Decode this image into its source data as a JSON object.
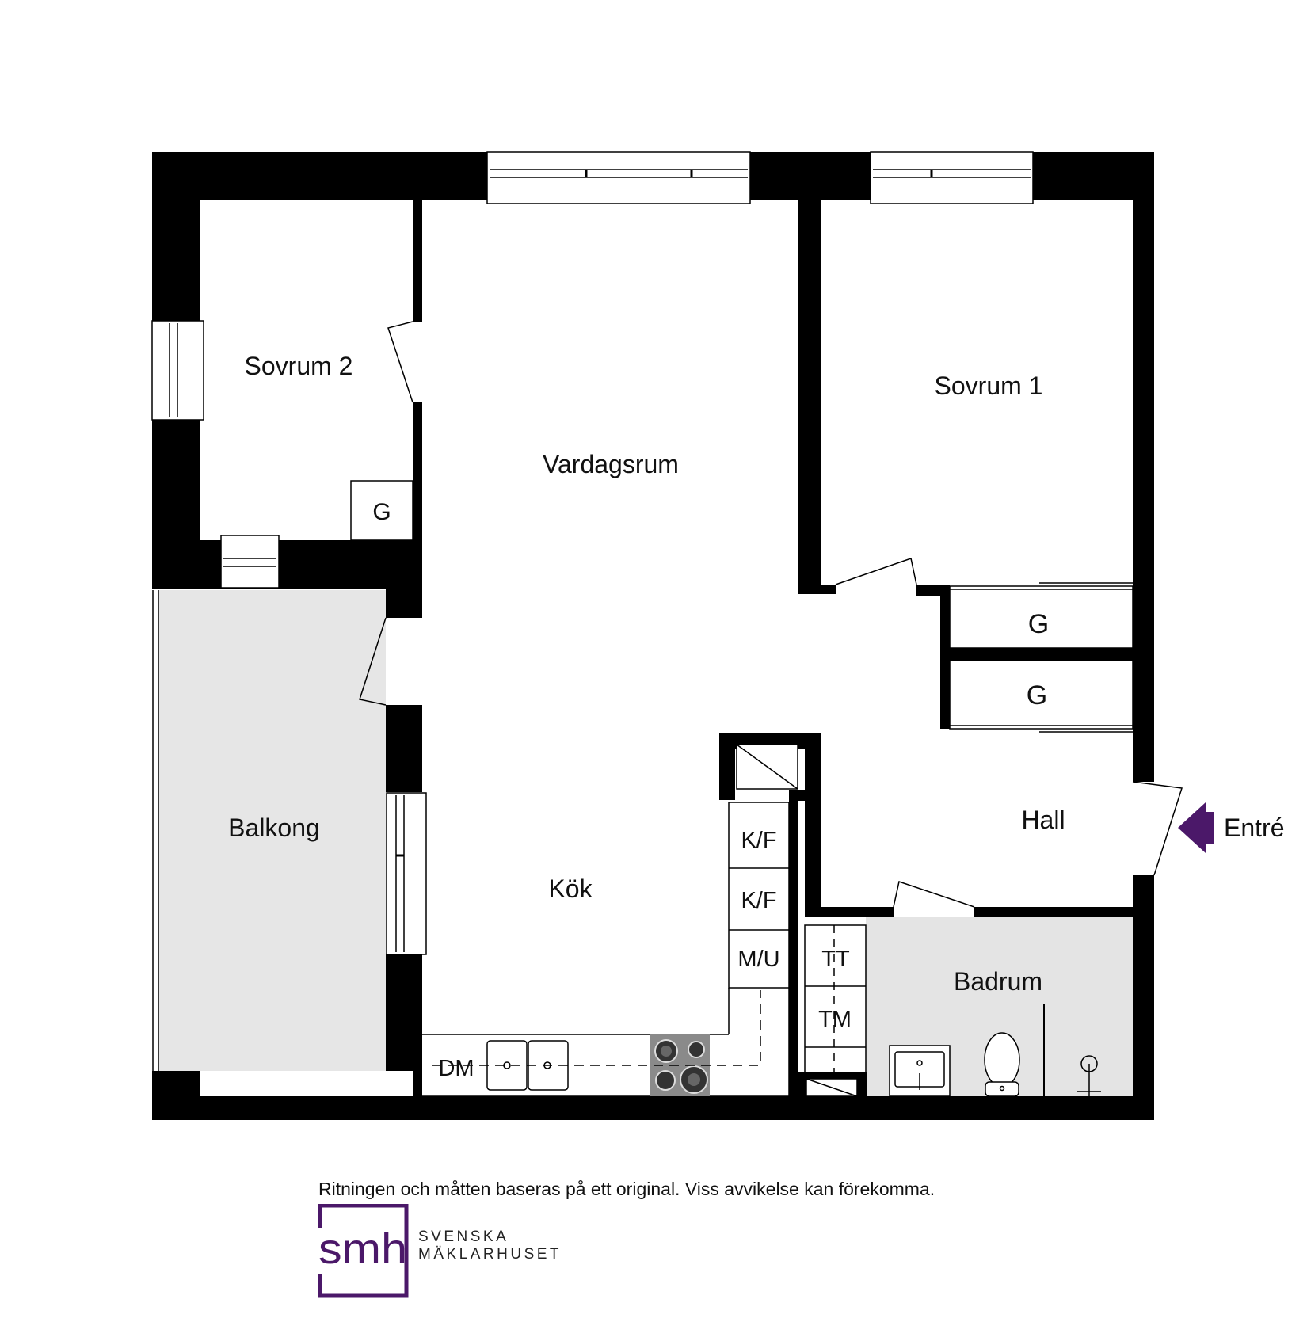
{
  "rooms": {
    "sovrum_2": "Sovrum 2",
    "sovrum_1": "Sovrum 1",
    "vardagsrum": "Vardagsrum",
    "balkong": "Balkong",
    "kok": "Kök",
    "hall": "Hall",
    "badrum": "Badrum"
  },
  "closets": {
    "g_sovrum2": "G",
    "g_upper": "G",
    "g_lower": "G"
  },
  "appliances": {
    "kf_1": "K/F",
    "kf_2": "K/F",
    "mu": "M/U",
    "tt": "TT",
    "tm": "TM",
    "dm": "DM"
  },
  "entrance": {
    "label": "Entré",
    "arrow_color": "#4b1869"
  },
  "disclaimer": "Ritningen och måtten baseras på ett original. Viss avvikelse kan förekomma.",
  "brand": {
    "logo_text": "smh",
    "name_line1": "SVENSKA",
    "name_line2": "MÄKLARHUSET",
    "color": "#4b1869"
  },
  "colors": {
    "wall": "#000000",
    "balcony_fill": "#e6e6e6",
    "bathroom_fill": "#e4e4e4",
    "stove": "#8a8a8a"
  }
}
